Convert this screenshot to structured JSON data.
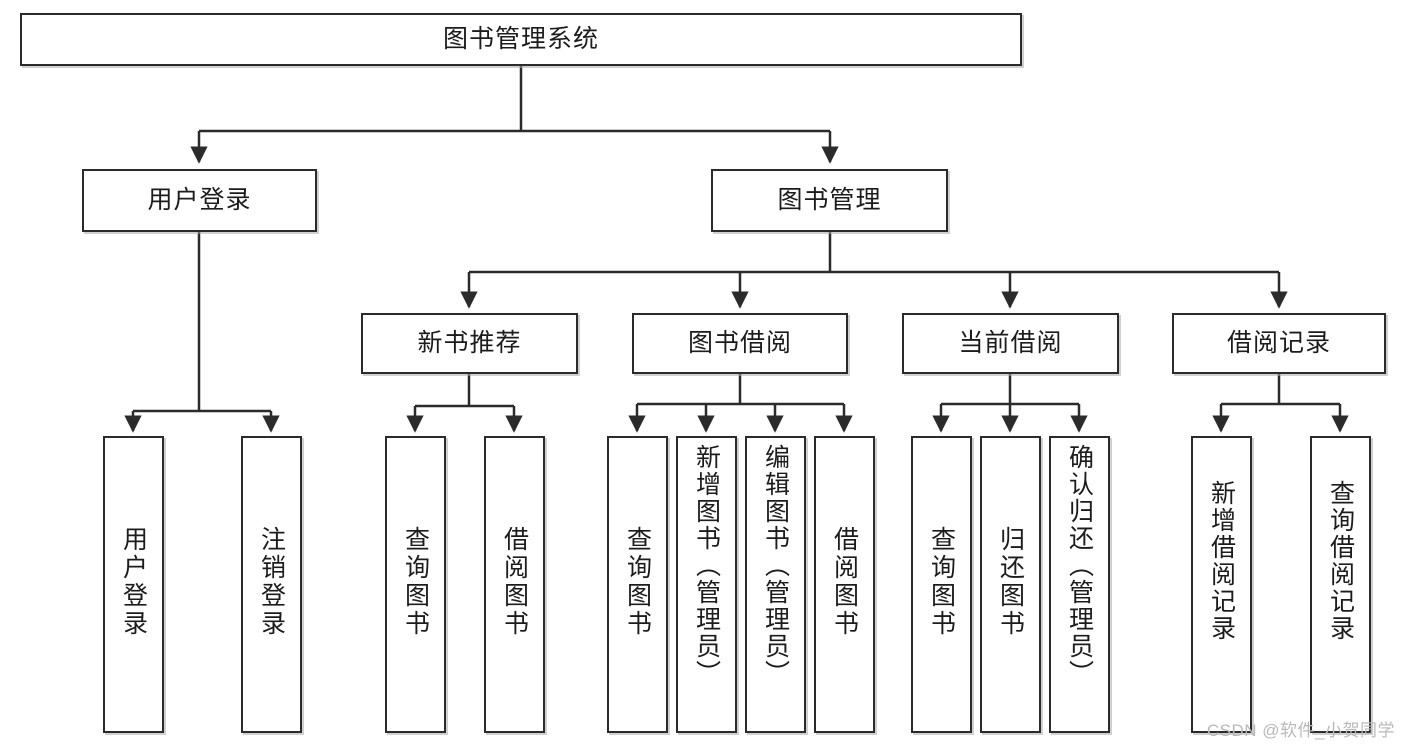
{
  "diagram": {
    "title": "图书管理系统",
    "watermark": "CSDN @软件_小贺同学",
    "style": {
      "border_color": "#2b2b2b",
      "background": "#ffffff",
      "text_color": "#1c1c1c",
      "watermark_color": "#b9b9b9"
    },
    "levels": {
      "root": {
        "label": "图书管理系统"
      },
      "level2": [
        {
          "id": "user-login",
          "label": "用户登录"
        },
        {
          "id": "book-management",
          "label": "图书管理"
        }
      ],
      "level3": [
        {
          "id": "new-book-recommend",
          "label": "新书推荐",
          "parent": "book-management"
        },
        {
          "id": "book-borrow",
          "label": "图书借阅",
          "parent": "book-management"
        },
        {
          "id": "current-borrow",
          "label": "当前借阅",
          "parent": "book-management"
        },
        {
          "id": "borrow-record",
          "label": "借阅记录",
          "parent": "book-management"
        }
      ],
      "leaves": [
        {
          "id": "leaf-user-login",
          "label": "用户登录",
          "parent": "user-login"
        },
        {
          "id": "leaf-logout",
          "label": "注销登录",
          "parent": "user-login"
        },
        {
          "id": "leaf-query-book-1",
          "label": "查询图书",
          "parent": "new-book-recommend"
        },
        {
          "id": "leaf-borrow-book-1",
          "label": "借阅图书",
          "parent": "new-book-recommend"
        },
        {
          "id": "leaf-query-book-2",
          "label": "查询图书",
          "parent": "book-borrow"
        },
        {
          "id": "leaf-add-book",
          "label": "新增图书（管理员）",
          "parent": "book-borrow"
        },
        {
          "id": "leaf-edit-book",
          "label": "编辑图书（管理员）",
          "parent": "book-borrow"
        },
        {
          "id": "leaf-borrow-book-2",
          "label": "借阅图书",
          "parent": "book-borrow"
        },
        {
          "id": "leaf-query-book-3",
          "label": "查询图书",
          "parent": "current-borrow"
        },
        {
          "id": "leaf-return-book",
          "label": "归还图书",
          "parent": "current-borrow"
        },
        {
          "id": "leaf-confirm-return",
          "label": "确认归还（管理员）",
          "parent": "current-borrow"
        },
        {
          "id": "leaf-add-record",
          "label": "新增借阅记录",
          "parent": "borrow-record"
        },
        {
          "id": "leaf-query-record",
          "label": "查询借阅记录",
          "parent": "borrow-record"
        }
      ]
    }
  },
  "chart_data": {
    "type": "tree",
    "title": "图书管理系统",
    "root": "图书管理系统",
    "nodes": [
      {
        "label": "图书管理系统",
        "depth": 0,
        "parent": null
      },
      {
        "label": "用户登录",
        "depth": 1,
        "parent": "图书管理系统"
      },
      {
        "label": "图书管理",
        "depth": 1,
        "parent": "图书管理系统"
      },
      {
        "label": "用户登录",
        "depth": 2,
        "parent": "用户登录"
      },
      {
        "label": "注销登录",
        "depth": 2,
        "parent": "用户登录"
      },
      {
        "label": "新书推荐",
        "depth": 2,
        "parent": "图书管理"
      },
      {
        "label": "图书借阅",
        "depth": 2,
        "parent": "图书管理"
      },
      {
        "label": "当前借阅",
        "depth": 2,
        "parent": "图书管理"
      },
      {
        "label": "借阅记录",
        "depth": 2,
        "parent": "图书管理"
      },
      {
        "label": "查询图书",
        "depth": 3,
        "parent": "新书推荐"
      },
      {
        "label": "借阅图书",
        "depth": 3,
        "parent": "新书推荐"
      },
      {
        "label": "查询图书",
        "depth": 3,
        "parent": "图书借阅"
      },
      {
        "label": "新增图书（管理员）",
        "depth": 3,
        "parent": "图书借阅"
      },
      {
        "label": "编辑图书（管理员）",
        "depth": 3,
        "parent": "图书借阅"
      },
      {
        "label": "借阅图书",
        "depth": 3,
        "parent": "图书借阅"
      },
      {
        "label": "查询图书",
        "depth": 3,
        "parent": "当前借阅"
      },
      {
        "label": "归还图书",
        "depth": 3,
        "parent": "当前借阅"
      },
      {
        "label": "确认归还（管理员）",
        "depth": 3,
        "parent": "当前借阅"
      },
      {
        "label": "新增借阅记录",
        "depth": 3,
        "parent": "借阅记录"
      },
      {
        "label": "查询借阅记录",
        "depth": 3,
        "parent": "借阅记录"
      }
    ]
  }
}
